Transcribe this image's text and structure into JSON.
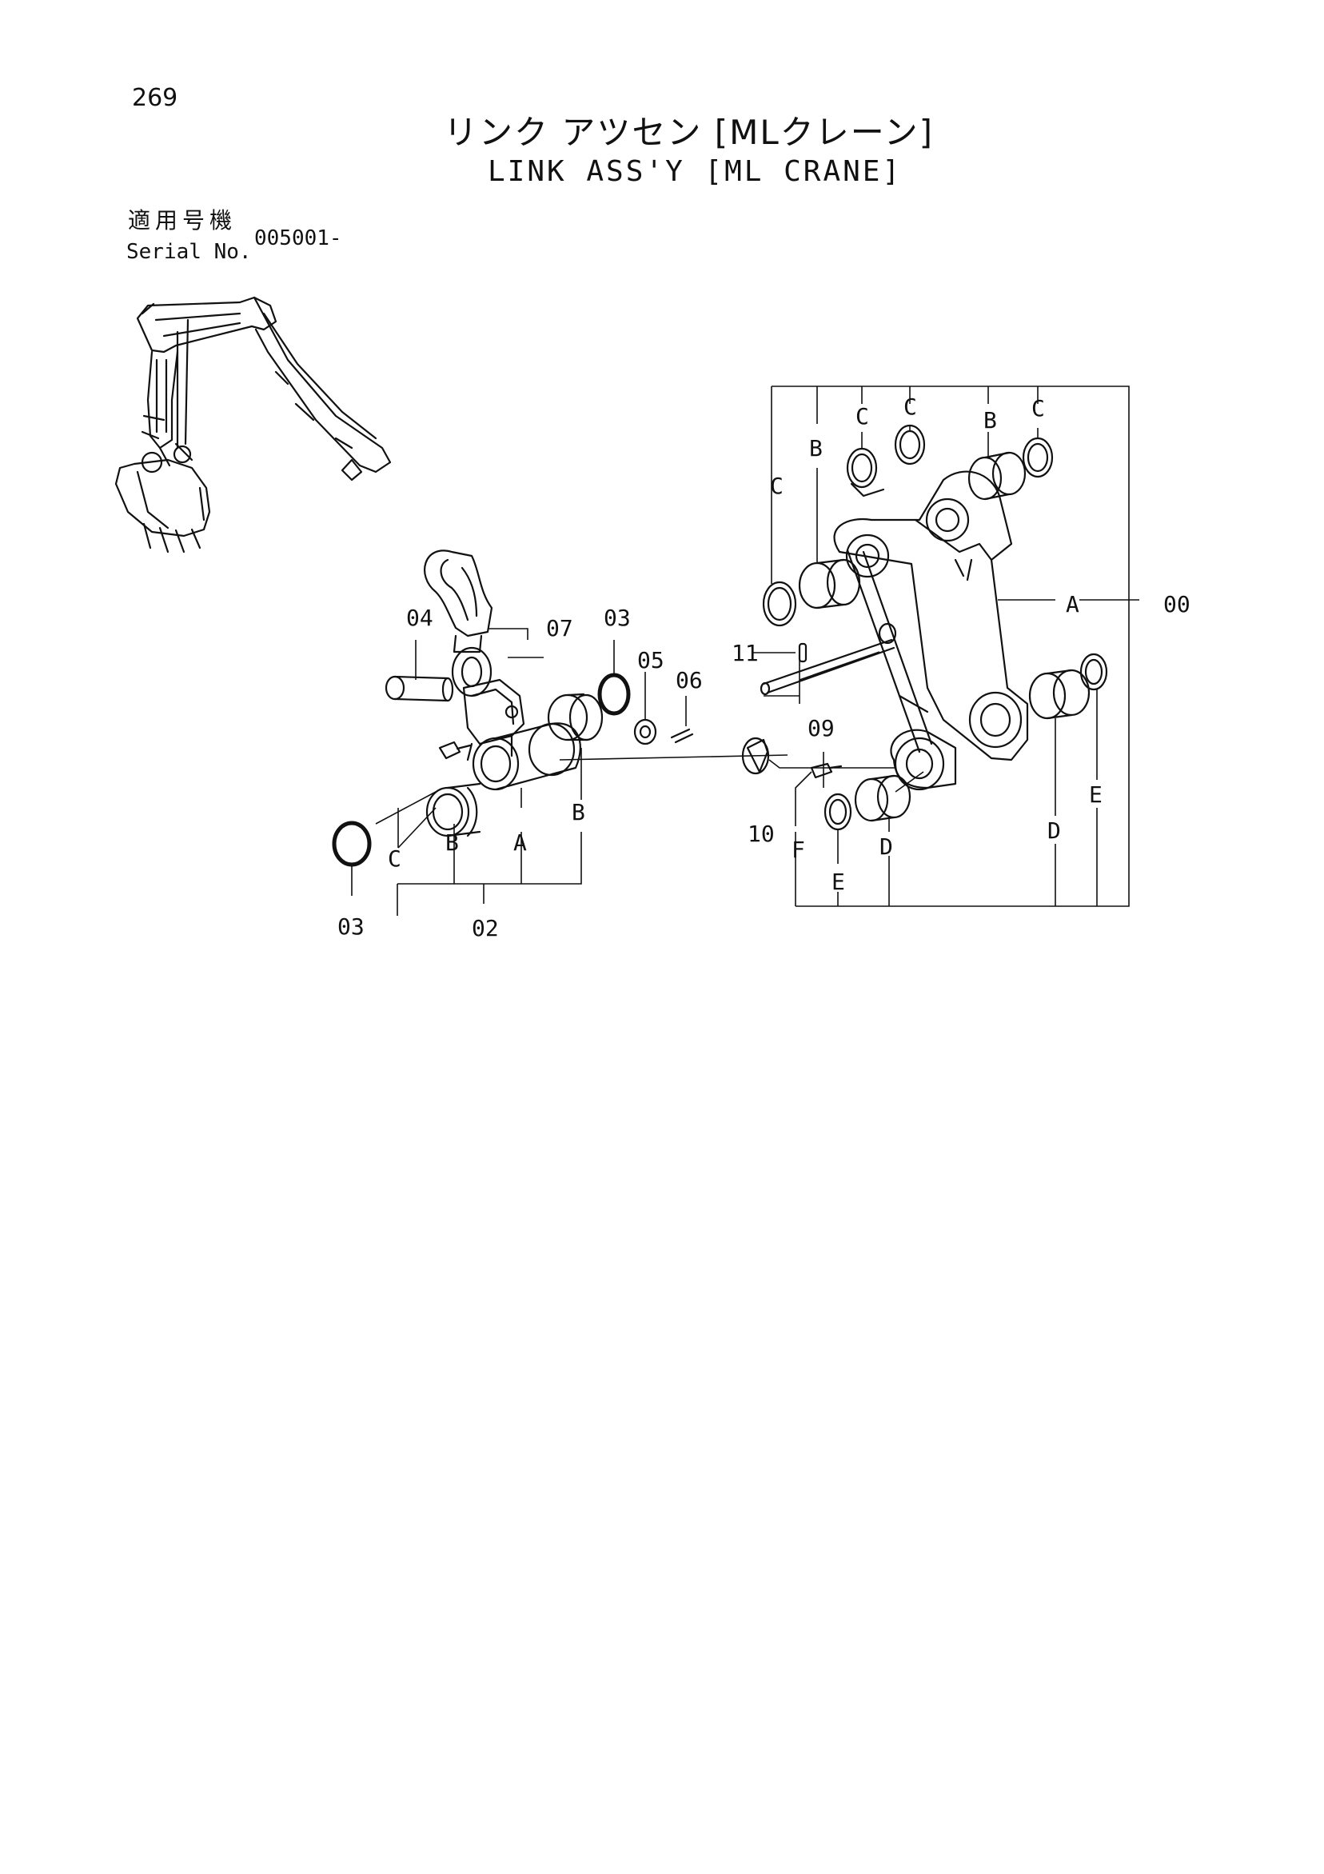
{
  "page": {
    "number": "269",
    "title_jp": "リンク アツセン [MLクレーン]",
    "title_en": "LINK ASS'Y [ML CRANE]",
    "serial_label_jp": "適用号機",
    "serial_label_en": "Serial No.",
    "serial_number": "005001-"
  },
  "callouts": {
    "c00": "00",
    "c02": "02",
    "c03a": "03",
    "c03b": "03",
    "c04": "04",
    "c05": "05",
    "c06": "06",
    "c07": "07",
    "c09": "09",
    "c10": "10",
    "c11": "11",
    "A": "A",
    "B": "B",
    "C": "C",
    "D": "D",
    "E": "E",
    "F": "F"
  }
}
